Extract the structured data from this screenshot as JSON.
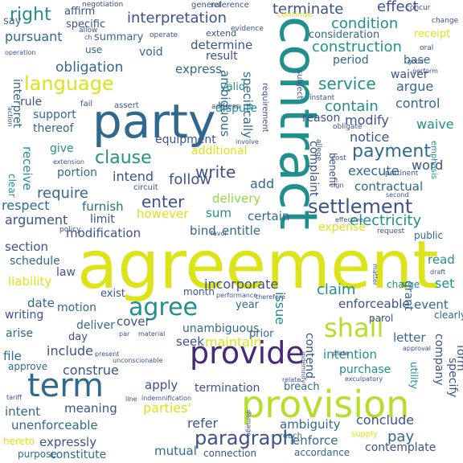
{
  "palette": {
    "navy": "#3b528b",
    "purple": "#482878",
    "teal": "#21908c",
    "green": "#35b779",
    "lime": "#8fd744",
    "yellow": "#dce319",
    "blue": "#31688e",
    "dark": "#440154"
  },
  "words": [
    {
      "text": "agreement",
      "color": "#dce319"
    },
    {
      "text": "party",
      "color": "#31688e"
    },
    {
      "text": "contract",
      "color": "#21908c"
    },
    {
      "text": "provision",
      "color": "#b5de2b"
    },
    {
      "text": "provide",
      "color": "#482878"
    },
    {
      "text": "term",
      "color": "#31688e"
    },
    {
      "text": "agree",
      "color": "#21908c"
    },
    {
      "text": "shall",
      "color": "#b5de2b"
    },
    {
      "text": "language",
      "color": "#dce319"
    },
    {
      "text": "paragraph",
      "color": "#3b528b"
    },
    {
      "text": "settlement",
      "color": "#3b528b"
    },
    {
      "text": "payment",
      "color": "#31688e"
    },
    {
      "text": "clause",
      "color": "#21908c"
    },
    {
      "text": "service",
      "color": "#21908c"
    },
    {
      "text": "right",
      "color": "#21908c"
    },
    {
      "text": "interpretation",
      "color": "#3b528b"
    },
    {
      "text": "terminate",
      "color": "#3b528b"
    },
    {
      "text": "effect",
      "color": "#3b528b"
    },
    {
      "text": "condition",
      "color": "#21908c"
    },
    {
      "text": "construction",
      "color": "#21908c"
    },
    {
      "text": "obligation",
      "color": "#31688e"
    },
    {
      "text": "pursuant",
      "color": "#31688e"
    },
    {
      "text": "specific",
      "color": "#3b528b"
    },
    {
      "text": "summary",
      "color": "#31688e"
    },
    {
      "text": "determine",
      "color": "#3b528b"
    },
    {
      "text": "express",
      "color": "#31688e"
    },
    {
      "text": "result",
      "color": "#3b528b"
    },
    {
      "text": "period",
      "color": "#31688e"
    },
    {
      "text": "base",
      "color": "#31688e"
    },
    {
      "text": "argue",
      "color": "#31688e"
    },
    {
      "text": "waiver",
      "color": "#3b528b"
    },
    {
      "text": "contain",
      "color": "#21908c"
    },
    {
      "text": "modify",
      "color": "#3b528b"
    },
    {
      "text": "notice",
      "color": "#3b528b"
    },
    {
      "text": "waive",
      "color": "#21908c"
    },
    {
      "text": "control",
      "color": "#31688e"
    },
    {
      "text": "word",
      "color": "#3b528b"
    },
    {
      "text": "execute",
      "color": "#31688e"
    },
    {
      "text": "contractual",
      "color": "#31688e"
    },
    {
      "text": "write",
      "color": "#3b528b"
    },
    {
      "text": "intend",
      "color": "#3b528b"
    },
    {
      "text": "follow",
      "color": "#3b528b"
    },
    {
      "text": "enter",
      "color": "#3b528b"
    },
    {
      "text": "require",
      "color": "#31688e"
    },
    {
      "text": "furnish",
      "color": "#31688e"
    },
    {
      "text": "delivery",
      "color": "#8fd744"
    },
    {
      "text": "add",
      "color": "#31688e"
    },
    {
      "text": "electricity",
      "color": "#21908c"
    },
    {
      "text": "certain",
      "color": "#31688e"
    },
    {
      "text": "respect",
      "color": "#31688e"
    },
    {
      "text": "argument",
      "color": "#3b528b"
    },
    {
      "text": "limit",
      "color": "#3b528b"
    },
    {
      "text": "however",
      "color": "#dce319"
    },
    {
      "text": "sum",
      "color": "#21908c"
    },
    {
      "text": "modification",
      "color": "#3b528b"
    },
    {
      "text": "bind",
      "color": "#31688e"
    },
    {
      "text": "entitle",
      "color": "#31688e"
    },
    {
      "text": "section",
      "color": "#3b528b"
    },
    {
      "text": "schedule",
      "color": "#31688e"
    },
    {
      "text": "liability",
      "color": "#dce319"
    },
    {
      "text": "law",
      "color": "#3b528b"
    },
    {
      "text": "incorporate",
      "color": "#3b528b"
    },
    {
      "text": "claim",
      "color": "#21908c"
    },
    {
      "text": "read",
      "color": "#21908c"
    },
    {
      "text": "set",
      "color": "#21908c"
    },
    {
      "text": "date",
      "color": "#31688e"
    },
    {
      "text": "motion",
      "color": "#31688e"
    },
    {
      "text": "enforceable",
      "color": "#3b528b"
    },
    {
      "text": "event",
      "color": "#31688e"
    },
    {
      "text": "deliver",
      "color": "#31688e"
    },
    {
      "text": "cover",
      "color": "#3b528b"
    },
    {
      "text": "unambiguous",
      "color": "#31688e"
    },
    {
      "text": "seek",
      "color": "#3b528b"
    },
    {
      "text": "maintain",
      "color": "#dce319"
    },
    {
      "text": "include",
      "color": "#3b528b"
    },
    {
      "text": "construe",
      "color": "#3b528b"
    },
    {
      "text": "file",
      "color": "#31688e"
    },
    {
      "text": "apply",
      "color": "#3b528b"
    },
    {
      "text": "termination",
      "color": "#3b528b"
    },
    {
      "text": "intention",
      "color": "#21908c"
    },
    {
      "text": "purchase",
      "color": "#21908c"
    },
    {
      "text": "letter",
      "color": "#31688e"
    },
    {
      "text": "contend",
      "color": "#3b528b"
    },
    {
      "text": "intent",
      "color": "#31688e"
    },
    {
      "text": "meaning",
      "color": "#3b528b"
    },
    {
      "text": "parties'",
      "color": "#dce319"
    },
    {
      "text": "refer",
      "color": "#3b528b"
    },
    {
      "text": "unenforceable",
      "color": "#31688e"
    },
    {
      "text": "ambiguity",
      "color": "#31688e"
    },
    {
      "text": "conclude",
      "color": "#3b528b"
    },
    {
      "text": "pay",
      "color": "#31688e"
    },
    {
      "text": "expressly",
      "color": "#3b528b"
    },
    {
      "text": "mutual",
      "color": "#31688e"
    },
    {
      "text": "enforce",
      "color": "#31688e"
    },
    {
      "text": "constitute",
      "color": "#31688e"
    },
    {
      "text": "contemplate",
      "color": "#3b528b"
    },
    {
      "text": "ambiguous",
      "color": "#31688e"
    },
    {
      "text": "specifically",
      "color": "#31688e"
    },
    {
      "text": "complaint",
      "color": "#3b528b"
    },
    {
      "text": "issue",
      "color": "#21908c"
    },
    {
      "text": "company",
      "color": "#3b528b"
    },
    {
      "text": "specify",
      "color": "#3b528b"
    },
    {
      "text": "form",
      "color": "#3b528b"
    },
    {
      "text": "utility",
      "color": "#21908c"
    },
    {
      "text": "grant",
      "color": "#31688e"
    },
    {
      "text": "dispute",
      "color": "#21908c"
    },
    {
      "text": "equipment",
      "color": "#3b528b"
    },
    {
      "text": "additional",
      "color": "#dce319"
    },
    {
      "text": "support",
      "color": "#31688e"
    },
    {
      "text": "thereof",
      "color": "#31688e"
    },
    {
      "text": "give",
      "color": "#21908c"
    },
    {
      "text": "portion",
      "color": "#31688e"
    },
    {
      "text": "receive",
      "color": "#21908c"
    },
    {
      "text": "interpret",
      "color": "#31688e"
    },
    {
      "text": "rule",
      "color": "#3b528b"
    },
    {
      "text": "void",
      "color": "#31688e"
    },
    {
      "text": "valid",
      "color": "#21908c"
    },
    {
      "text": "reason",
      "color": "#3b528b"
    },
    {
      "text": "benefit",
      "color": "#3b528b"
    },
    {
      "text": "say",
      "color": "#31688e"
    },
    {
      "text": "affirm",
      "color": "#3b528b"
    },
    {
      "text": "consideration",
      "color": "#31688e"
    },
    {
      "text": "receipt",
      "color": "#dce319"
    },
    {
      "text": "expense",
      "color": "#dce319"
    },
    {
      "text": "clearly",
      "color": "#31688e"
    },
    {
      "text": "writing",
      "color": "#3b528b"
    },
    {
      "text": "exist",
      "color": "#3b528b"
    },
    {
      "text": "month",
      "color": "#3b528b"
    },
    {
      "text": "day",
      "color": "#3b528b"
    },
    {
      "text": "year",
      "color": "#31688e"
    },
    {
      "text": "arise",
      "color": "#31688e"
    },
    {
      "text": "approve",
      "color": "#31688e"
    },
    {
      "text": "charge",
      "color": "#21908c"
    },
    {
      "text": "public",
      "color": "#31688e"
    },
    {
      "text": "parol",
      "color": "#3b528b"
    },
    {
      "text": "prior",
      "color": "#31688e"
    },
    {
      "text": "breach",
      "color": "#31688e"
    },
    {
      "text": "reach",
      "color": "#31688e"
    },
    {
      "text": "supply",
      "color": "#dce319"
    },
    {
      "text": "purpose",
      "color": "#31688e"
    },
    {
      "text": "hereto",
      "color": "#dce319"
    },
    {
      "text": "connection",
      "color": "#3b528b"
    },
    {
      "text": "accordance",
      "color": "#31688e"
    },
    {
      "text": "continue",
      "color": "#dce319"
    },
    {
      "text": "general",
      "color": "#3b528b"
    },
    {
      "text": "reference",
      "color": "#3b528b"
    },
    {
      "text": "extend",
      "color": "#3b528b"
    },
    {
      "text": "negotiation",
      "color": "#3b528b"
    },
    {
      "text": "allow",
      "color": "#3b528b"
    },
    {
      "text": "use",
      "color": "#31688e"
    },
    {
      "text": "clear",
      "color": "#21908c"
    },
    {
      "text": "instant",
      "color": "#3b528b"
    },
    {
      "text": "assert",
      "color": "#3b528b"
    },
    {
      "text": "fail",
      "color": "#3b528b"
    },
    {
      "text": "address",
      "color": "#3b528b"
    },
    {
      "text": "requirement",
      "color": "#3b528b"
    },
    {
      "text": "subject",
      "color": "#3b528b"
    },
    {
      "text": "operate",
      "color": "#3b528b"
    },
    {
      "text": "evidence",
      "color": "#3b528b"
    },
    {
      "text": "concur",
      "color": "#3b528b"
    },
    {
      "text": "change",
      "color": "#3b528b"
    },
    {
      "text": "oral",
      "color": "#3b528b"
    },
    {
      "text": "good",
      "color": "#3b528b"
    },
    {
      "text": "perform",
      "color": "#3b528b"
    },
    {
      "text": "obligate",
      "color": "#3b528b"
    },
    {
      "text": "allege",
      "color": "#3b528b"
    },
    {
      "text": "cost",
      "color": "#3b528b"
    },
    {
      "text": "emphasis",
      "color": "#21908c"
    },
    {
      "text": "pertinent",
      "color": "#3b528b"
    },
    {
      "text": "second",
      "color": "#3b528b"
    },
    {
      "text": "request",
      "color": "#3b528b"
    },
    {
      "text": "effective",
      "color": "#3b528b"
    },
    {
      "text": "sign",
      "color": "#3b528b"
    },
    {
      "text": "circuit",
      "color": "#3b528b"
    },
    {
      "text": "involve",
      "color": "#3b528b"
    },
    {
      "text": "extension",
      "color": "#3b528b"
    },
    {
      "text": "operation",
      "color": "#3b528b"
    },
    {
      "text": "action",
      "color": "#3b528b"
    },
    {
      "text": "policy",
      "color": "#3b528b"
    },
    {
      "text": "favor",
      "color": "#3b528b"
    },
    {
      "text": "matter",
      "color": "#3b528b"
    },
    {
      "text": "draft",
      "color": "#3b528b"
    },
    {
      "text": "performance",
      "color": "#3b528b"
    },
    {
      "text": "therefore",
      "color": "#3b528b"
    },
    {
      "text": "material",
      "color": "#3b528b"
    },
    {
      "text": "present",
      "color": "#3b528b"
    },
    {
      "text": "indemnify",
      "color": "#3b528b"
    },
    {
      "text": "plate",
      "color": "#3b528b"
    },
    {
      "text": "relate",
      "color": "#3b528b"
    },
    {
      "text": "exculpatory",
      "color": "#3b528b"
    },
    {
      "text": "approval",
      "color": "#3b528b"
    },
    {
      "text": "unconscionable",
      "color": "#3b528b"
    },
    {
      "text": "line",
      "color": "#3b528b"
    },
    {
      "text": "indemnification",
      "color": "#3b528b"
    },
    {
      "text": "damage",
      "color": "#3b528b"
    },
    {
      "text": "tariff",
      "color": "#3b528b"
    },
    {
      "text": "ch",
      "color": "#3b528b"
    },
    {
      "text": "par",
      "color": "#3b528b"
    }
  ]
}
